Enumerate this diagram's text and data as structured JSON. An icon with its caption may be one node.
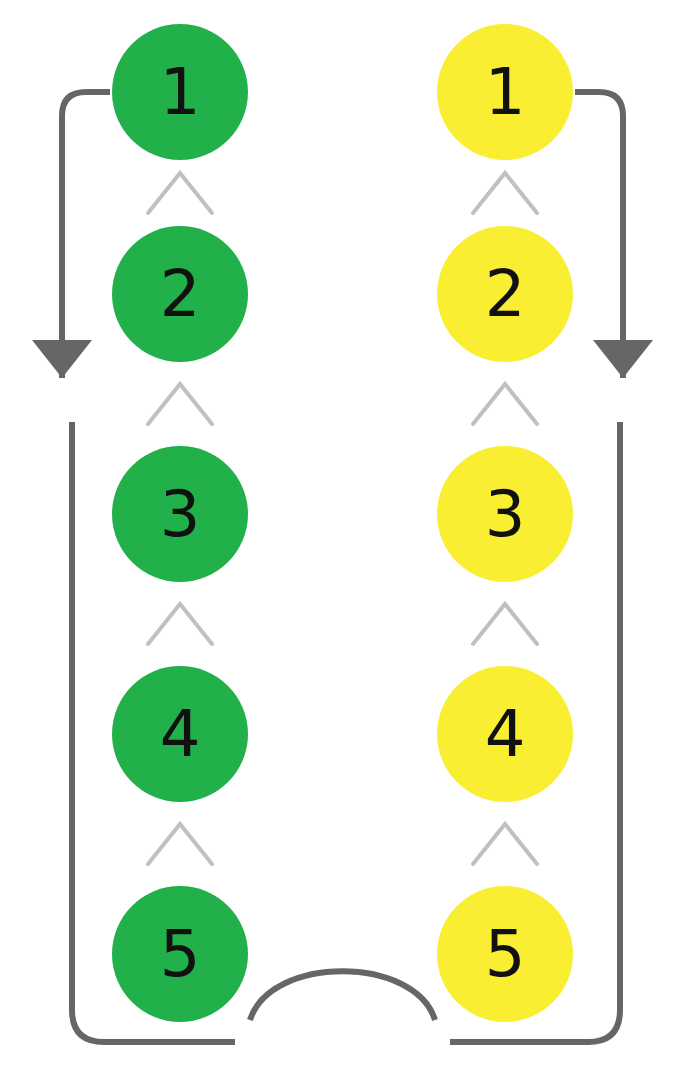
{
  "diagram": {
    "nodes": [
      {
        "text": [
          "1"
        ]
      },
      {
        "text": [
          "2"
        ]
      },
      {
        "text": [
          "3"
        ]
      },
      {
        "text": [
          "4"
        ]
      },
      {
        "text": [
          "5"
        ]
      },
      {
        "text": [
          "1"
        ]
      },
      {
        "text": [
          "2"
        ]
      },
      {
        "text": [
          "3"
        ]
      },
      {
        "text": [
          "4"
        ]
      },
      {
        "text": [
          "5"
        ]
      }
    ],
    "edges": [
      {
        "from": 1,
        "to": 0,
        "arrow": "to"
      },
      {
        "from": 2,
        "to": 1,
        "arrow": "to"
      },
      {
        "from": 3,
        "to": 2,
        "arrow": "to"
      },
      {
        "from": 4,
        "to": 3,
        "arrow": "to"
      },
      {
        "from": 6,
        "to": 5,
        "arrow": "to"
      },
      {
        "from": 7,
        "to": 6,
        "arrow": "to"
      },
      {
        "from": 8,
        "to": 7,
        "arrow": "to"
      },
      {
        "from": 9,
        "to": 8,
        "arrow": "to"
      },
      {
        "from": 0,
        "to": null,
        "arrow": "to",
        "color": "#666666"
      },
      {
        "from": 5,
        "to": null,
        "arrow": "to",
        "color": "#666666"
      }
    ]
  }
}
